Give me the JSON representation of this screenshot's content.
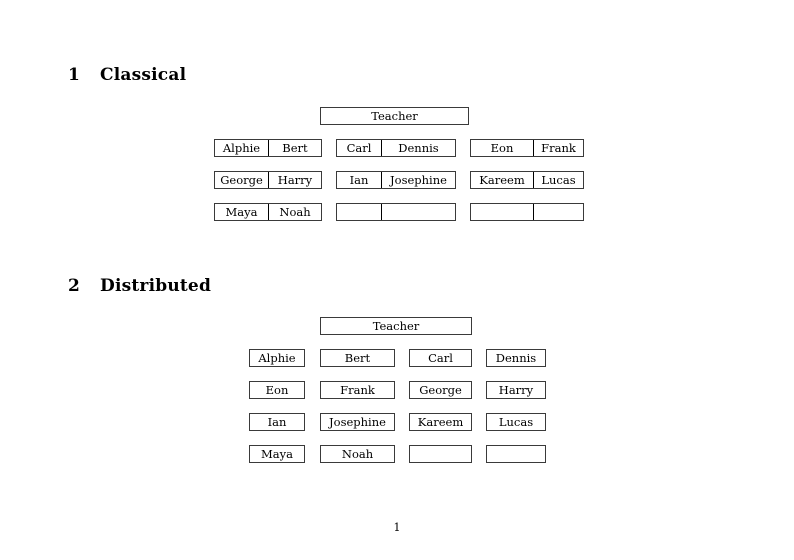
{
  "document": {
    "page_number": "1"
  },
  "sections": [
    {
      "number": "1",
      "title": "Classical",
      "teacher_label": "Teacher",
      "rows": [
        {
          "groups": [
            {
              "cells": [
                "Alphie",
                "Bert"
              ]
            },
            {
              "cells": [
                "Carl",
                "Dennis"
              ]
            },
            {
              "cells": [
                "Eon",
                "Frank"
              ]
            }
          ]
        },
        {
          "groups": [
            {
              "cells": [
                "George",
                "Harry"
              ]
            },
            {
              "cells": [
                "Ian",
                "Josephine"
              ]
            },
            {
              "cells": [
                "Kareem",
                "Lucas"
              ]
            }
          ]
        },
        {
          "groups": [
            {
              "cells": [
                "Maya",
                "Noah"
              ]
            },
            {
              "cells": [
                "",
                ""
              ]
            },
            {
              "cells": [
                "",
                ""
              ]
            }
          ]
        }
      ]
    },
    {
      "number": "2",
      "title": "Distributed",
      "teacher_label": "Teacher",
      "rows": [
        {
          "cells": [
            "Alphie",
            "Bert",
            "Carl",
            "Dennis"
          ]
        },
        {
          "cells": [
            "Eon",
            "Frank",
            "George",
            "Harry"
          ]
        },
        {
          "cells": [
            "Ian",
            "Josephine",
            "Kareem",
            "Lucas"
          ]
        },
        {
          "cells": [
            "Maya",
            "Noah",
            "",
            ""
          ]
        }
      ]
    }
  ]
}
